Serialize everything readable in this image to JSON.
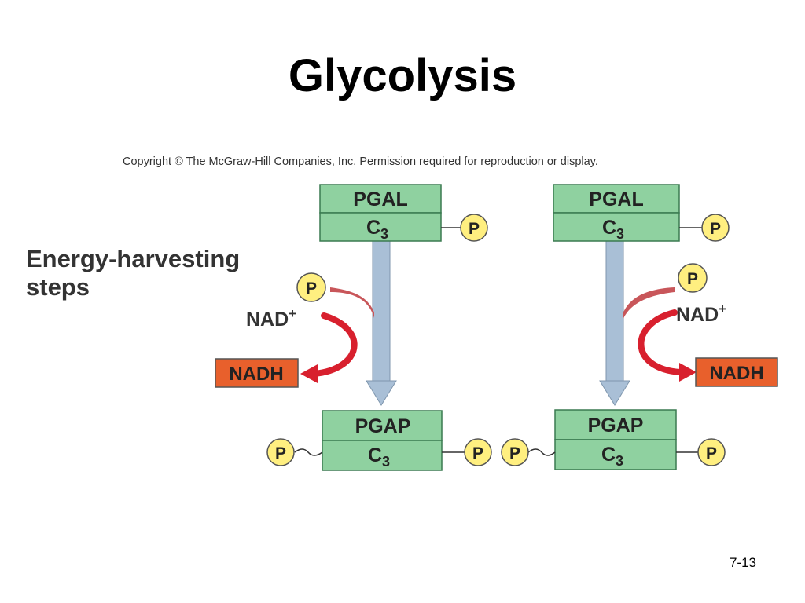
{
  "title": "Glycolysis",
  "copyright": "Copyright © The McGraw-Hill Companies, Inc. Permission required for reproduction or display.",
  "section_label": {
    "line1": "Energy-harvesting",
    "line2": "steps"
  },
  "page_number": "7-13",
  "diagram": {
    "input_top": "PGAL",
    "input_bottom": "C",
    "input_subscript": "3",
    "output_top": "PGAP",
    "output_bottom": "C",
    "output_subscript": "3",
    "phosphate": "P",
    "nad": "NAD",
    "nad_charge": "+",
    "nadh": "NADH"
  },
  "colors": {
    "box_fill": "#8fd1a0",
    "box_stroke": "#3a7a50",
    "phosphate_fill": "#ffef80",
    "nadh_fill": "#e8602c",
    "down_arrow": "#a9bfd6",
    "red_arrow": "#d8202e"
  }
}
